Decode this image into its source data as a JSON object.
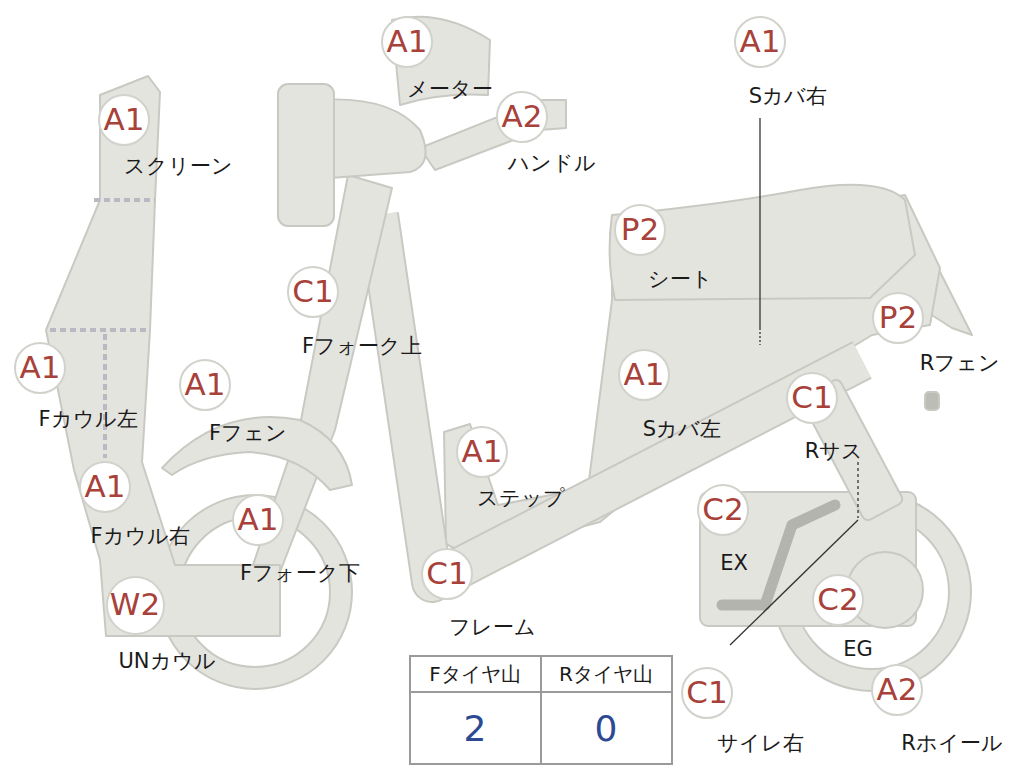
{
  "diagram": {
    "nodes": [
      {
        "text": [
          "A1",
          "メーター"
        ]
      },
      {
        "text": [
          "A1",
          "Sカバ右"
        ]
      },
      {
        "text": [
          "A2",
          "ハンドル"
        ]
      },
      {
        "text": [
          "A1",
          "スクリーン"
        ]
      },
      {
        "text": [
          "P2",
          "シート"
        ]
      },
      {
        "text": [
          "C1",
          "Fフォーク上"
        ]
      },
      {
        "text": [
          "P2",
          "Rフェン"
        ]
      },
      {
        "text": [
          "A1",
          "Fカウル左"
        ]
      },
      {
        "text": [
          "A1",
          "Sカバ左"
        ]
      },
      {
        "text": [
          "A1",
          "Fフェン"
        ]
      },
      {
        "text": [
          "C1",
          "Rサス"
        ]
      },
      {
        "text": [
          "A1",
          "ステップ"
        ]
      },
      {
        "text": [
          "A1",
          "Fカウル右"
        ]
      },
      {
        "text": [
          "C2",
          "EX"
        ]
      },
      {
        "text": [
          "A1",
          "Fフォーク下"
        ]
      },
      {
        "text": [
          "C1",
          "フレーム"
        ]
      },
      {
        "text": [
          "C2",
          "EG"
        ]
      },
      {
        "text": [
          "W2",
          "UNカウル"
        ]
      },
      {
        "text": [
          "A2",
          "Rホイール"
        ]
      },
      {
        "text": [
          "C1",
          "サイレ右"
        ]
      }
    ],
    "labels": [
      "Fタイヤ山",
      "Rタイヤ山",
      "2",
      "0"
    ]
  }
}
